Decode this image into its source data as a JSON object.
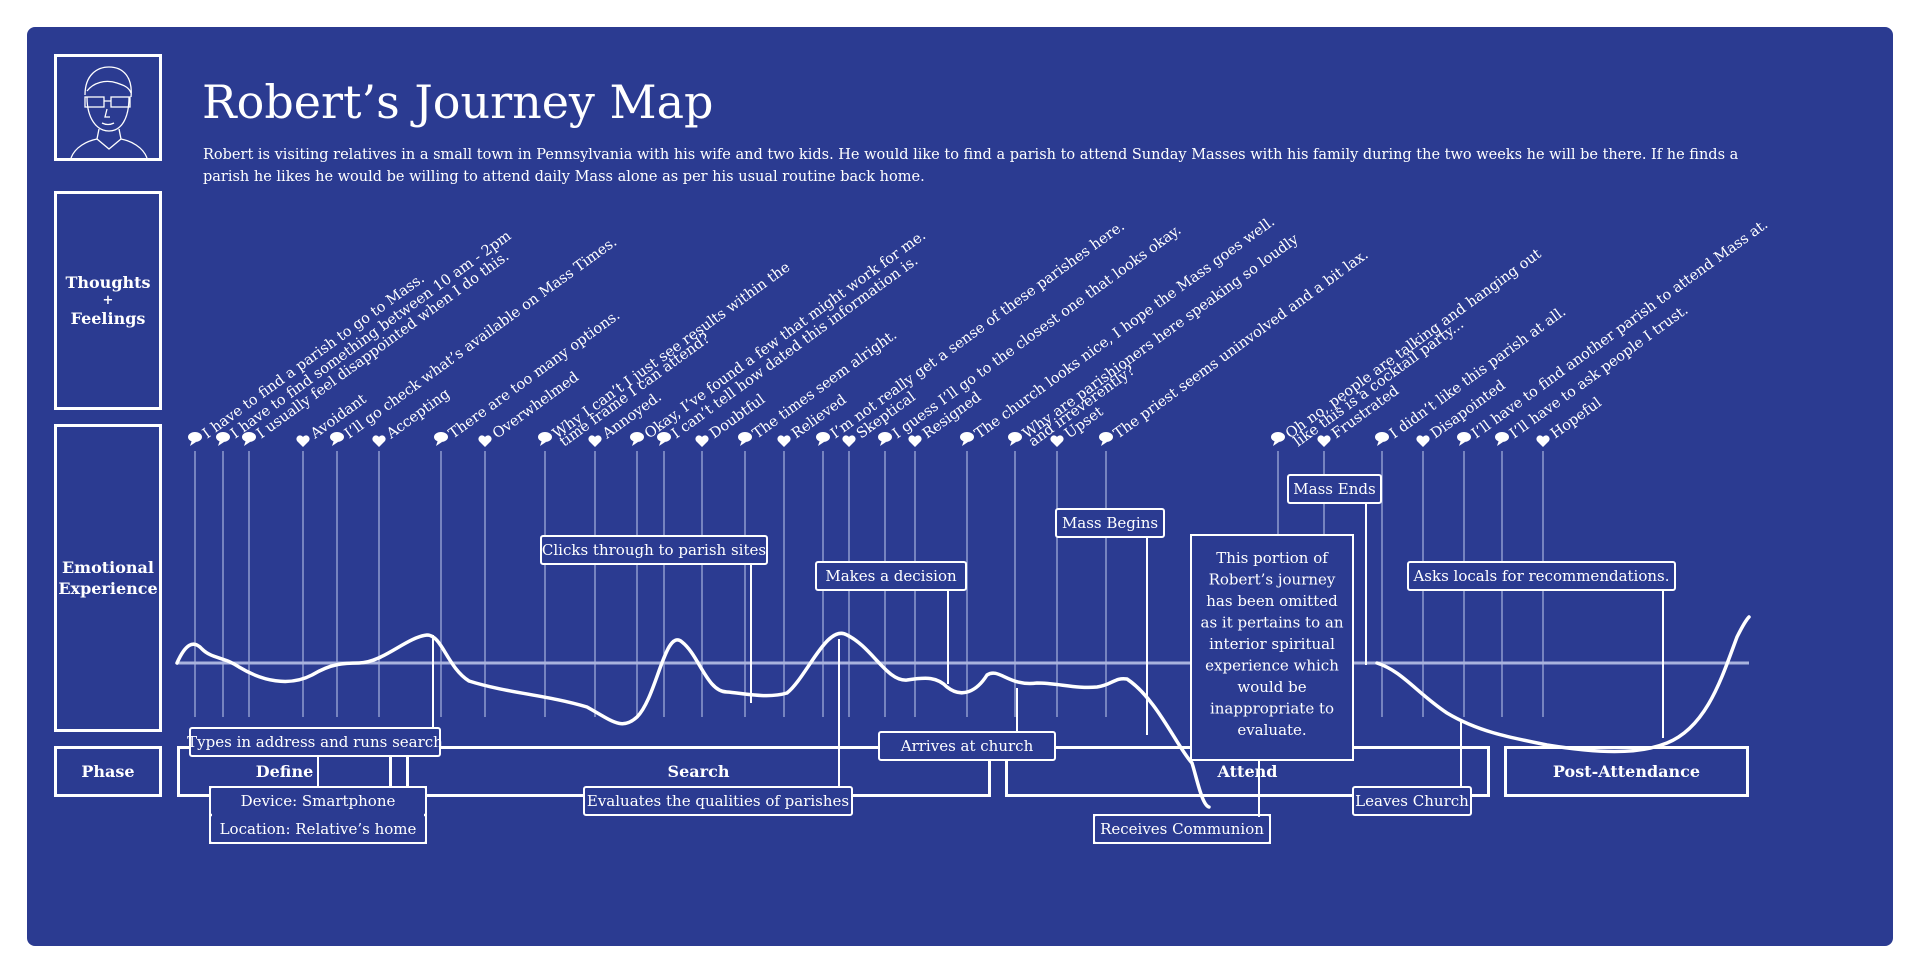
{
  "title": "Robert’s Journey Map",
  "description": "Robert is visiting relatives in a small town in Pennsylvania with his wife and two kids. He would like to find a parish to attend Sunday Masses with his family during the two weeks he will be there. If he finds a parish he likes he would be willing to attend daily Mass alone as per his usual routine back home.",
  "rows": {
    "thoughts": [
      "Thoughts",
      "+",
      "Feelings"
    ],
    "emotional": [
      "Emotional",
      "Experience"
    ],
    "phase": "Phase"
  },
  "phases": [
    "Define",
    "Search",
    "Attend",
    "Post-Attendance"
  ],
  "thoughts": [
    {
      "type": "thought",
      "text": "I have to find a parish to go to Mass."
    },
    {
      "type": "thought",
      "text": "I have to find something between 10 am - 2pm"
    },
    {
      "type": "thought",
      "text": "I usually feel disappointed when I do this."
    },
    {
      "type": "feeling",
      "text": "Avoidant"
    },
    {
      "type": "thought",
      "text": "I’ll go check what’s available on Mass Times."
    },
    {
      "type": "feeling",
      "text": "Accepting"
    },
    {
      "type": "thought",
      "text": "There are too many options."
    },
    {
      "type": "feeling",
      "text": "Overwhelmed"
    },
    {
      "type": "thought",
      "text": "Why I can’t I just see results within the"
    },
    {
      "type": "thought2",
      "text": "time frame I can attend?"
    },
    {
      "type": "feeling",
      "text": "Annoyed."
    },
    {
      "type": "thought",
      "text": "Okay, I’ve found a few that might work for me."
    },
    {
      "type": "thought",
      "text": "I can’t tell how dated this information is."
    },
    {
      "type": "feeling",
      "text": "Doubtful"
    },
    {
      "type": "thought",
      "text": "The times seem alright."
    },
    {
      "type": "feeling",
      "text": "Relieved"
    },
    {
      "type": "thought",
      "text": "I’m not really get a sense of these parishes here."
    },
    {
      "type": "feeling",
      "text": "Skeptical"
    },
    {
      "type": "thought",
      "text": "I guess I’ll go to the closest one that looks okay."
    },
    {
      "type": "feeling",
      "text": "Resigned"
    },
    {
      "type": "thought",
      "text": "The church looks nice, I hope the Mass goes well."
    },
    {
      "type": "thought",
      "text": "Why are parishioners here speaking so loudly"
    },
    {
      "type": "thought2",
      "text": "and irreverently?"
    },
    {
      "type": "feeling",
      "text": "Upset"
    },
    {
      "type": "thought",
      "text": "The priest seems uninvolved and a bit lax."
    },
    {
      "type": "thought",
      "text": "Oh no, people are talking and hanging out"
    },
    {
      "type": "thought2",
      "text": "like this is a cocktail party..."
    },
    {
      "type": "feeling",
      "text": "Frustrated"
    },
    {
      "type": "thought",
      "text": "I didn’t like this parish at all."
    },
    {
      "type": "feeling",
      "text": "Disapointed"
    },
    {
      "type": "thought",
      "text": "I’ll have to find another parish to attend Mass at."
    },
    {
      "type": "thought",
      "text": "I’ll have to ask people I trust."
    },
    {
      "type": "feeling",
      "text": "Hopeful"
    }
  ],
  "events": [
    {
      "text": "Types in address and runs search"
    },
    {
      "text": "Device: Smartphone"
    },
    {
      "text": "Location: Relative’s home"
    },
    {
      "text": "Clicks through to parish sites"
    },
    {
      "text": "Evaluates the qualities of parishes"
    },
    {
      "text": "Makes a decision"
    },
    {
      "text": "Arrives at church"
    },
    {
      "text": "Mass Begins"
    },
    {
      "text": "Receives Communion"
    },
    {
      "text": "Mass Ends"
    },
    {
      "text": "Leaves Church"
    },
    {
      "text": "Asks locals for recommendations."
    }
  ],
  "omitted_note": [
    "This portion of",
    "Robert’s journey",
    "has been omitted",
    "as it pertains to an",
    "interior spiritual",
    "experience which",
    "would be",
    "inappropriate to",
    "evaluate."
  ]
}
